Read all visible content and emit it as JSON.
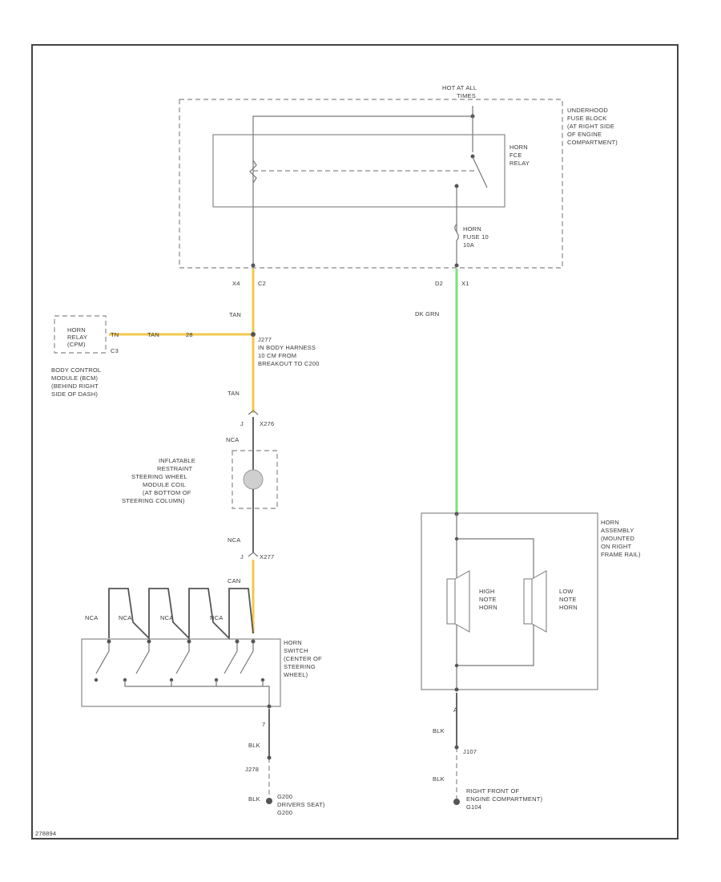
{
  "colors": {
    "tan": "#f2c94c",
    "dk_grn": "#7ee07e",
    "wire": "#555555"
  },
  "fuse_block": {
    "hot_label": [
      "HOT AT ALL",
      "TIMES"
    ],
    "name": [
      "UNDERHOOD",
      "FUSE BLOCK",
      "(AT RIGHT SIDE",
      "OF ENGINE",
      "COMPARTMENT)"
    ],
    "relay": [
      "HORN",
      "FCE",
      "RELAY"
    ],
    "fuse": [
      "HORN",
      "FUSE 10",
      "10A"
    ],
    "pin_left": [
      "X4",
      "C2"
    ],
    "pin_right": [
      "D2",
      "X1"
    ]
  },
  "wires": {
    "tan_1": "TAN",
    "tan_2": "TAN",
    "dk_grn": "DK GRN",
    "tan_relay_a": "TN",
    "tan_relay_b": "TAN",
    "tan_relay_c": "28"
  },
  "bcm": {
    "relay_label": [
      "HORN",
      "RELAY",
      "(CPM)"
    ],
    "pin": "C3",
    "name": [
      "BODY CONTROL",
      "MODULE (BCM)",
      "(BEHIND RIGHT",
      "SIDE OF DASH)"
    ]
  },
  "splice": {
    "id": "J277",
    "text": [
      "IN BODY HARNESS",
      "10 CM FROM",
      "BREAKOUT TO C200"
    ]
  },
  "conn_1": {
    "pin": "J",
    "id": "X276",
    "wire": "NCA"
  },
  "coil": {
    "name": [
      "INFLATABLE",
      "RESTRAINT",
      "STEERING WHEEL",
      "MODULE COIL",
      "(AT BOTTOM OF",
      "STEERING COLUMN)"
    ]
  },
  "conn_2": {
    "pin": "J",
    "id": "X277",
    "wire_top": "NCA",
    "wire_bottom": "CAN"
  },
  "switch": {
    "wire_labels": [
      "NCA",
      "NCA",
      "NCA",
      "NCA"
    ],
    "name": [
      "HORN",
      "SWITCH",
      "(CENTER OF",
      "STEERING",
      "WHEEL)"
    ],
    "pin": "7"
  },
  "ground_left": {
    "wire_1": "BLK",
    "splice": "J278",
    "wire_2": "BLK",
    "text": [
      "G200",
      "DRIVERS SEAT)",
      "G200"
    ]
  },
  "horn_assy": {
    "name": [
      "HORN",
      "ASSEMBLY",
      "(MOUNTED",
      "ON RIGHT",
      "FRAME RAIL)"
    ],
    "high": [
      "HIGH",
      "NOTE",
      "HORN"
    ],
    "low": [
      "LOW",
      "NOTE",
      "HORN"
    ],
    "pin": "A"
  },
  "ground_right": {
    "wire_1": "BLK",
    "splice": "J107",
    "wire_2": "BLK",
    "text": [
      "RIGHT FRONT OF",
      "ENGINE COMPARTMENT)",
      "G104"
    ]
  },
  "footer_id": "278894"
}
